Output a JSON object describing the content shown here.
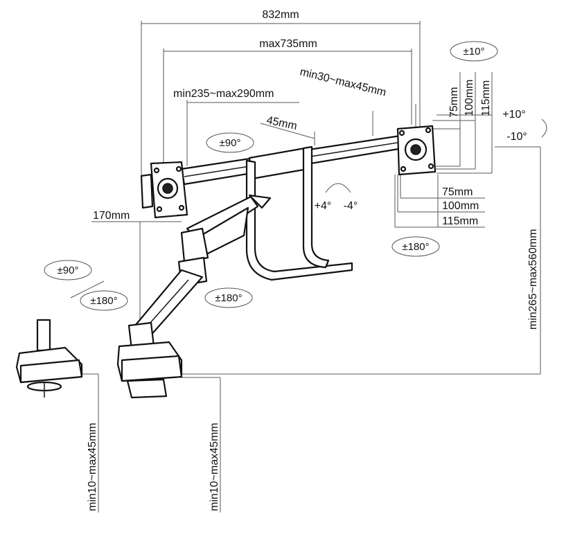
{
  "diagram": {
    "dimensions": {
      "overall_width": "832mm",
      "max_span": "max735mm",
      "monitor_offset_range": "min235~max290mm",
      "bar_offset_range": "min30~max45mm",
      "vesa_spacing": "45mm",
      "pole_height": "170mm",
      "vesa_h75": "75mm",
      "vesa_h100": "100mm",
      "vesa_h115": "115mm",
      "vesa_v75": "75mm",
      "vesa_v100": "100mm",
      "vesa_v115": "115mm",
      "height_range": "min265~max560mm",
      "clamp_thickness_1": "min10~max45mm",
      "clamp_thickness_2": "min10~max45mm"
    },
    "rotations": {
      "tilt_top": "±10°",
      "tilt_up": "+10°",
      "tilt_down": "-10°",
      "rotate_left_head": "±90°",
      "pivot_left": "+4°",
      "pivot_right": "-4°",
      "swivel_right_head": "±180°",
      "base_rotate_90": "±90°",
      "base_rotate_180": "±180°",
      "arm_rotate_180": "±180°"
    }
  }
}
